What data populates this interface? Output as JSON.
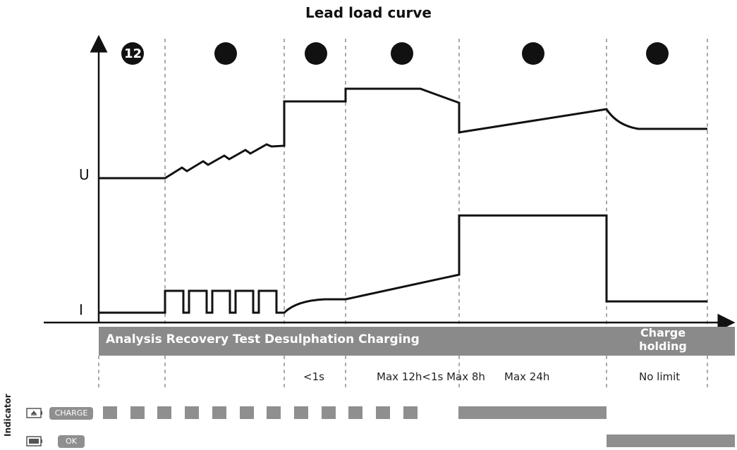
{
  "title": "Lead load curve",
  "axes": {
    "voltage_label": "U",
    "current_label": "I"
  },
  "phase_markers": [
    {
      "number": "12"
    },
    {
      "number": ""
    },
    {
      "number": ""
    },
    {
      "number": ""
    },
    {
      "number": ""
    },
    {
      "number": ""
    }
  ],
  "phases_band_text": "Analysis Recovery Test Desulphation Charging",
  "charge_holding_text": "Charge holding",
  "durations": [
    "<1s",
    "Max 12h<1s Max 8h",
    "Max 24h",
    "No limit"
  ],
  "indicator": {
    "label": "Indicator",
    "charge_label": "CHARGE",
    "ok_label": "OK",
    "charge_blink_count": 12
  },
  "colors": {
    "band": "#8a8a8a",
    "indicator": "#8f8f8f",
    "line": "#111111"
  }
}
